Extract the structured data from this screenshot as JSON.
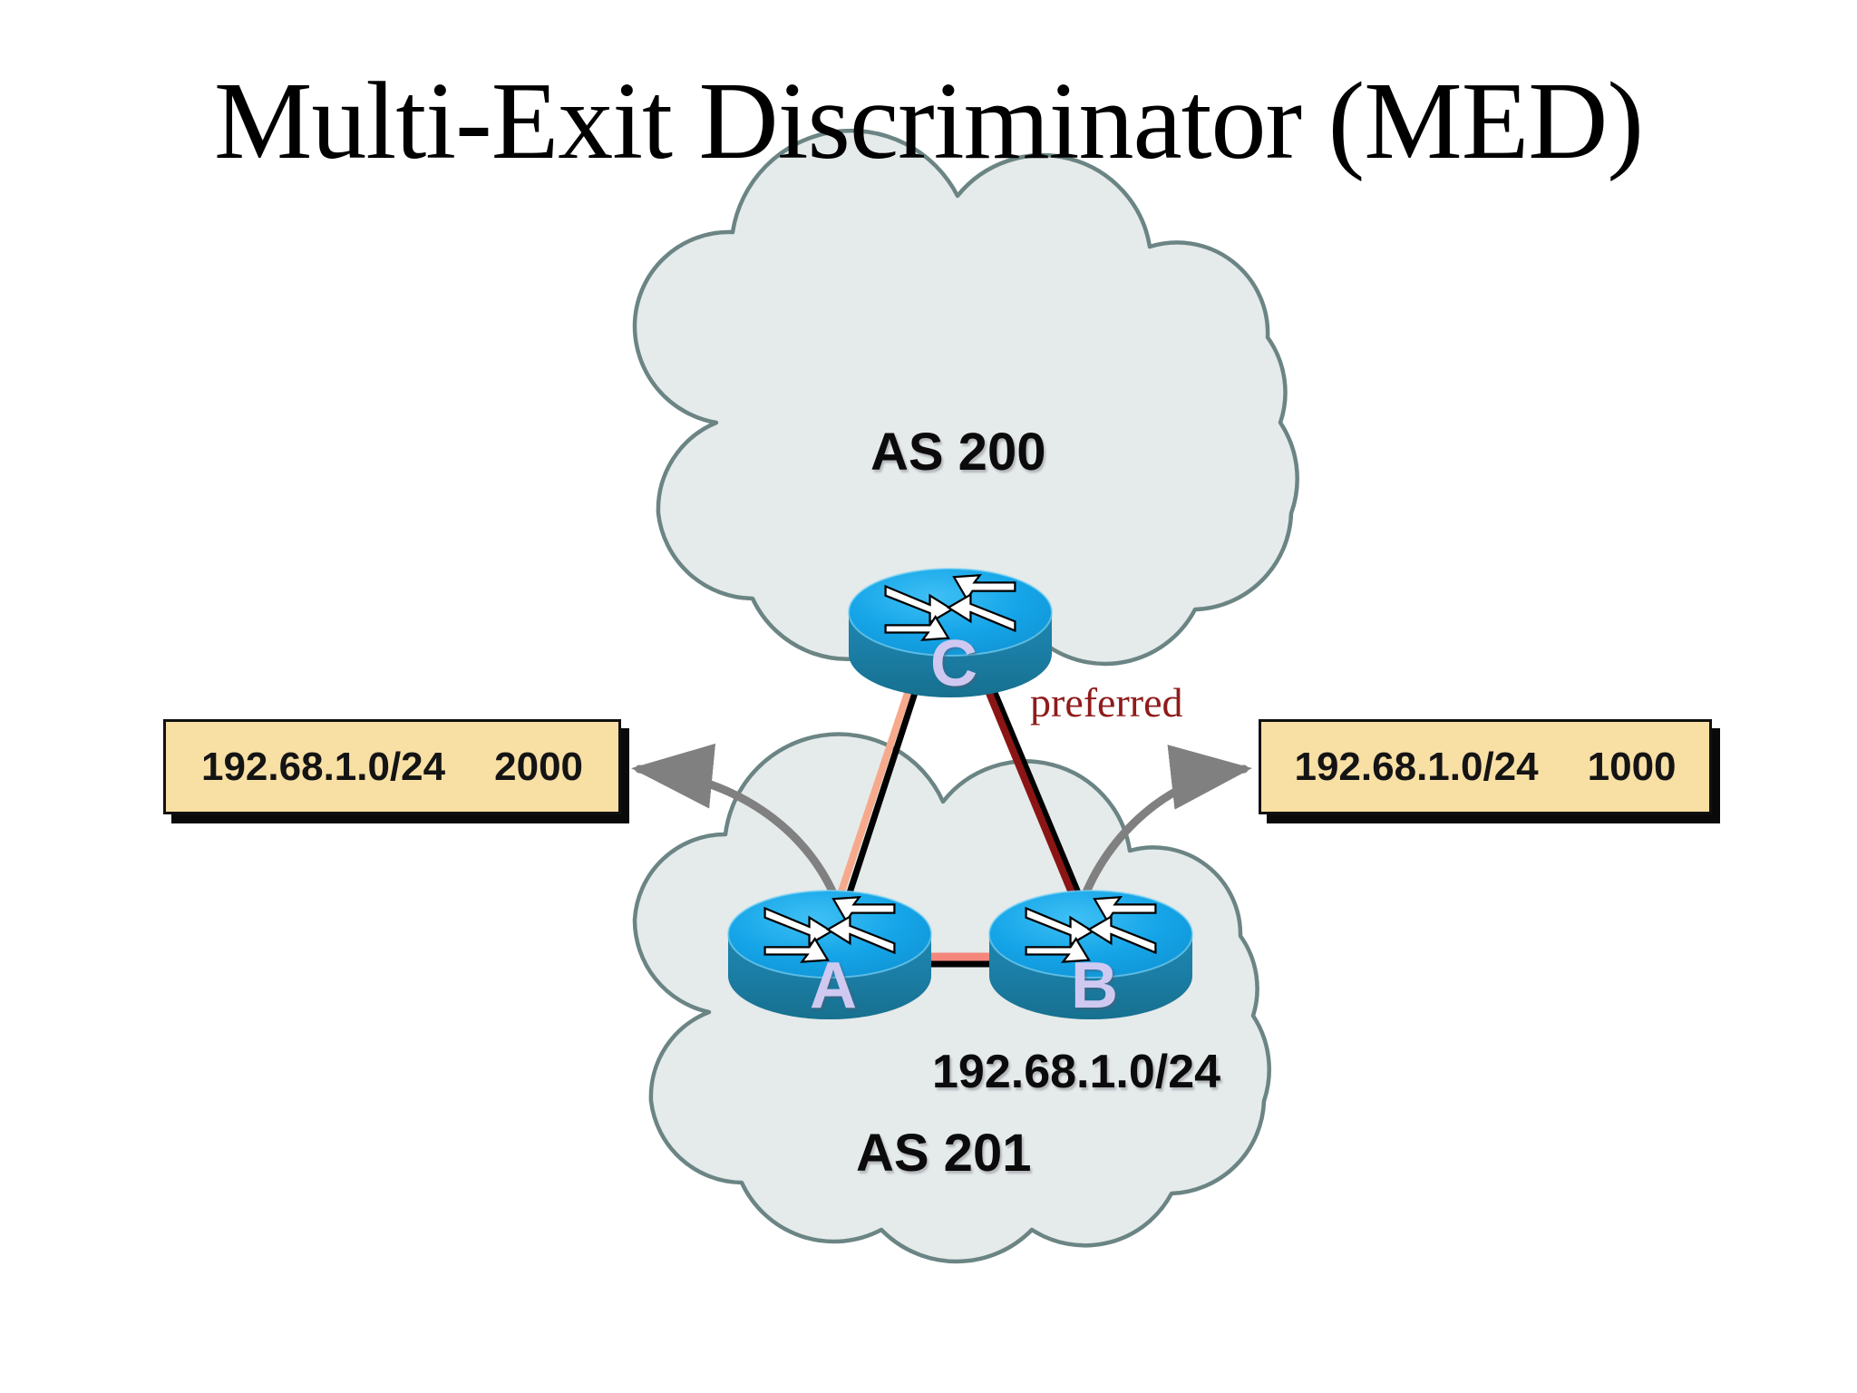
{
  "slide": {
    "title": "Multi-Exit Discriminator (MED)",
    "background": "#ffffff"
  },
  "clouds": [
    {
      "id": "as200",
      "label": "AS 200",
      "fill": "#e5eaea",
      "stroke": "#6b8484"
    },
    {
      "id": "as201",
      "label": "AS 201",
      "fill": "#e5eaea",
      "stroke": "#6b8484"
    }
  ],
  "network_prefix": "192.68.1.0/24",
  "routers": [
    {
      "id": "c",
      "label": "C",
      "as": "AS 200"
    },
    {
      "id": "a",
      "label": "A",
      "as": "AS 201"
    },
    {
      "id": "b",
      "label": "B",
      "as": "AS 201"
    }
  ],
  "links": [
    {
      "id": "c-a",
      "from": "C",
      "to": "A",
      "color": "#f7a98c"
    },
    {
      "id": "c-b",
      "from": "C",
      "to": "B",
      "color": "#8b1515",
      "annotation": "preferred"
    },
    {
      "id": "a-b",
      "from": "A",
      "to": "B",
      "color": "#f4867c"
    }
  ],
  "annotations": {
    "preferred": "preferred",
    "preferred_color": "#8f1b1b"
  },
  "route_advertisements": [
    {
      "id": "left",
      "prefix": "192.68.1.0/24",
      "med": "2000",
      "advertised_by": "A",
      "fill": "#f8dfa4",
      "border": "#111111"
    },
    {
      "id": "right",
      "prefix": "192.68.1.0/24",
      "med": "1000",
      "advertised_by": "B",
      "fill": "#f8dfa4",
      "border": "#111111"
    }
  ],
  "colors": {
    "router_top": "#15a5e8",
    "router_side": "#1b7ea6",
    "router_letter": "#cfc9f2",
    "arrow_grey": "#808080",
    "cloud_fill": "#e5eaea",
    "cloud_stroke": "#6b8484"
  }
}
